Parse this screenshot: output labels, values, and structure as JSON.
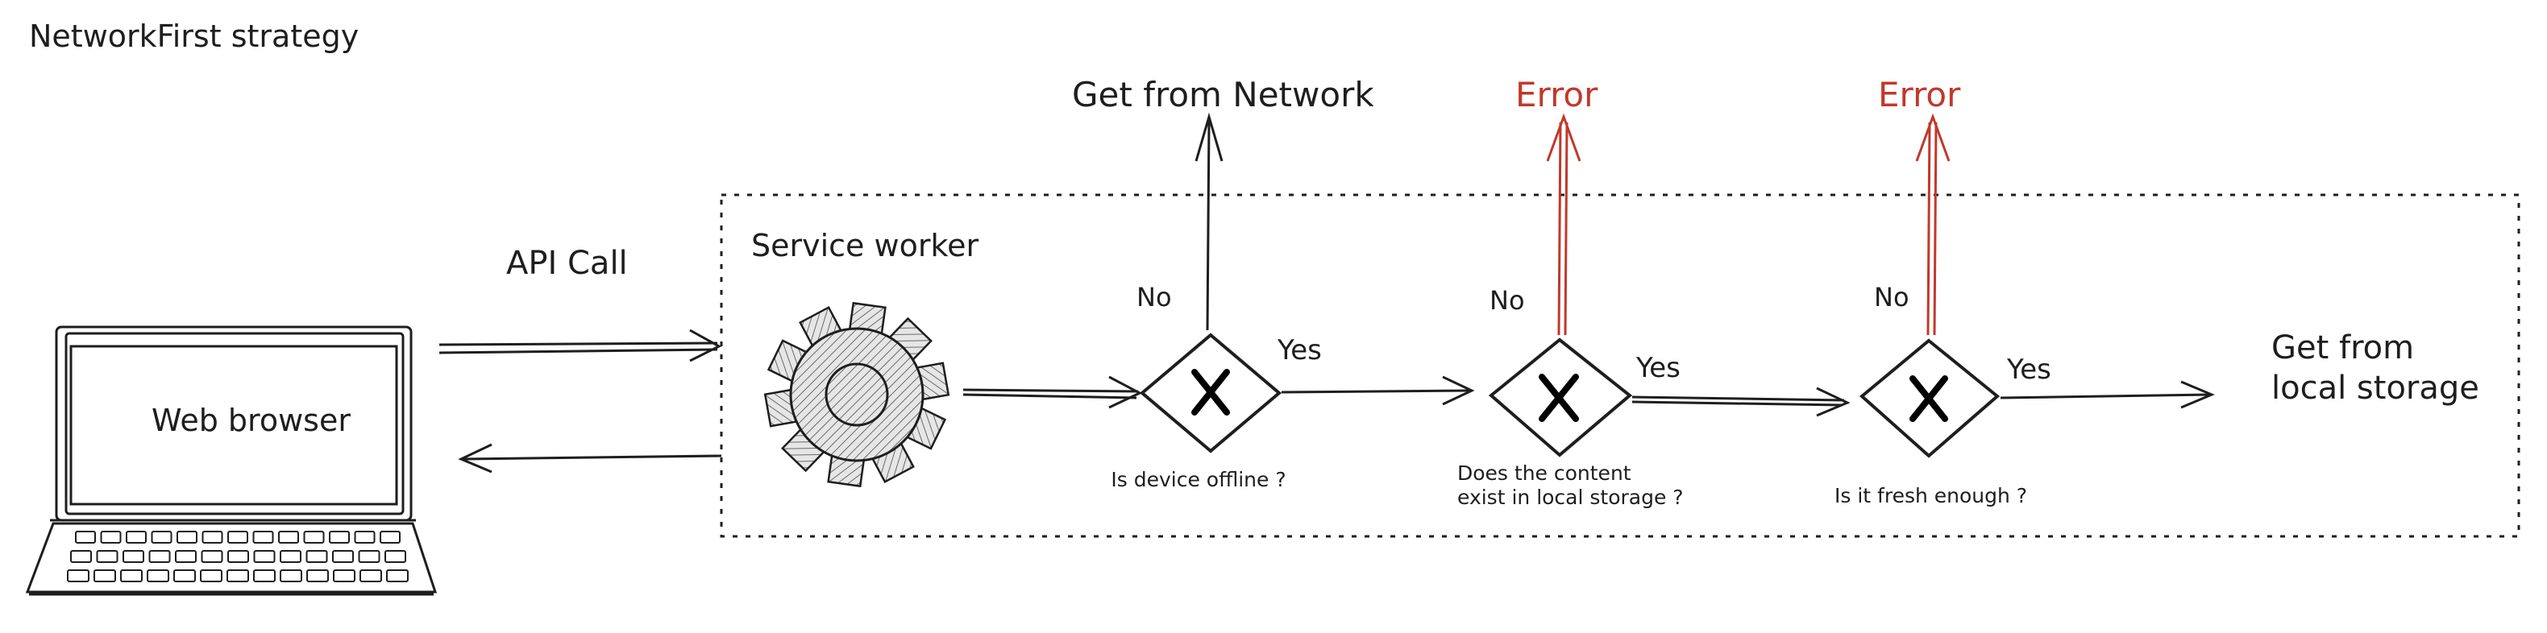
{
  "title": "NetworkFirst strategy",
  "client": {
    "label": "Web browser"
  },
  "request_label": "API Call",
  "service_worker": {
    "label": "Service worker"
  },
  "decisions": [
    {
      "question": [
        "Is device offline ?"
      ],
      "no": "No",
      "yes": "Yes",
      "no_outcome": "Get from Network",
      "no_outcome_style": "normal"
    },
    {
      "question": [
        "Does the content",
        "exist in local storage ?"
      ],
      "no": "No",
      "yes": "Yes",
      "no_outcome": "Error",
      "no_outcome_style": "error"
    },
    {
      "question": [
        "Is it fresh enough ?"
      ],
      "no": "No",
      "yes": "Yes",
      "no_outcome": "Error",
      "no_outcome_style": "error"
    }
  ],
  "final_outcome": [
    "Get from",
    "local storage"
  ],
  "colors": {
    "ink": "#1e1e1e",
    "error": "#c0392b",
    "gear_fill": "#bdbdbd"
  }
}
